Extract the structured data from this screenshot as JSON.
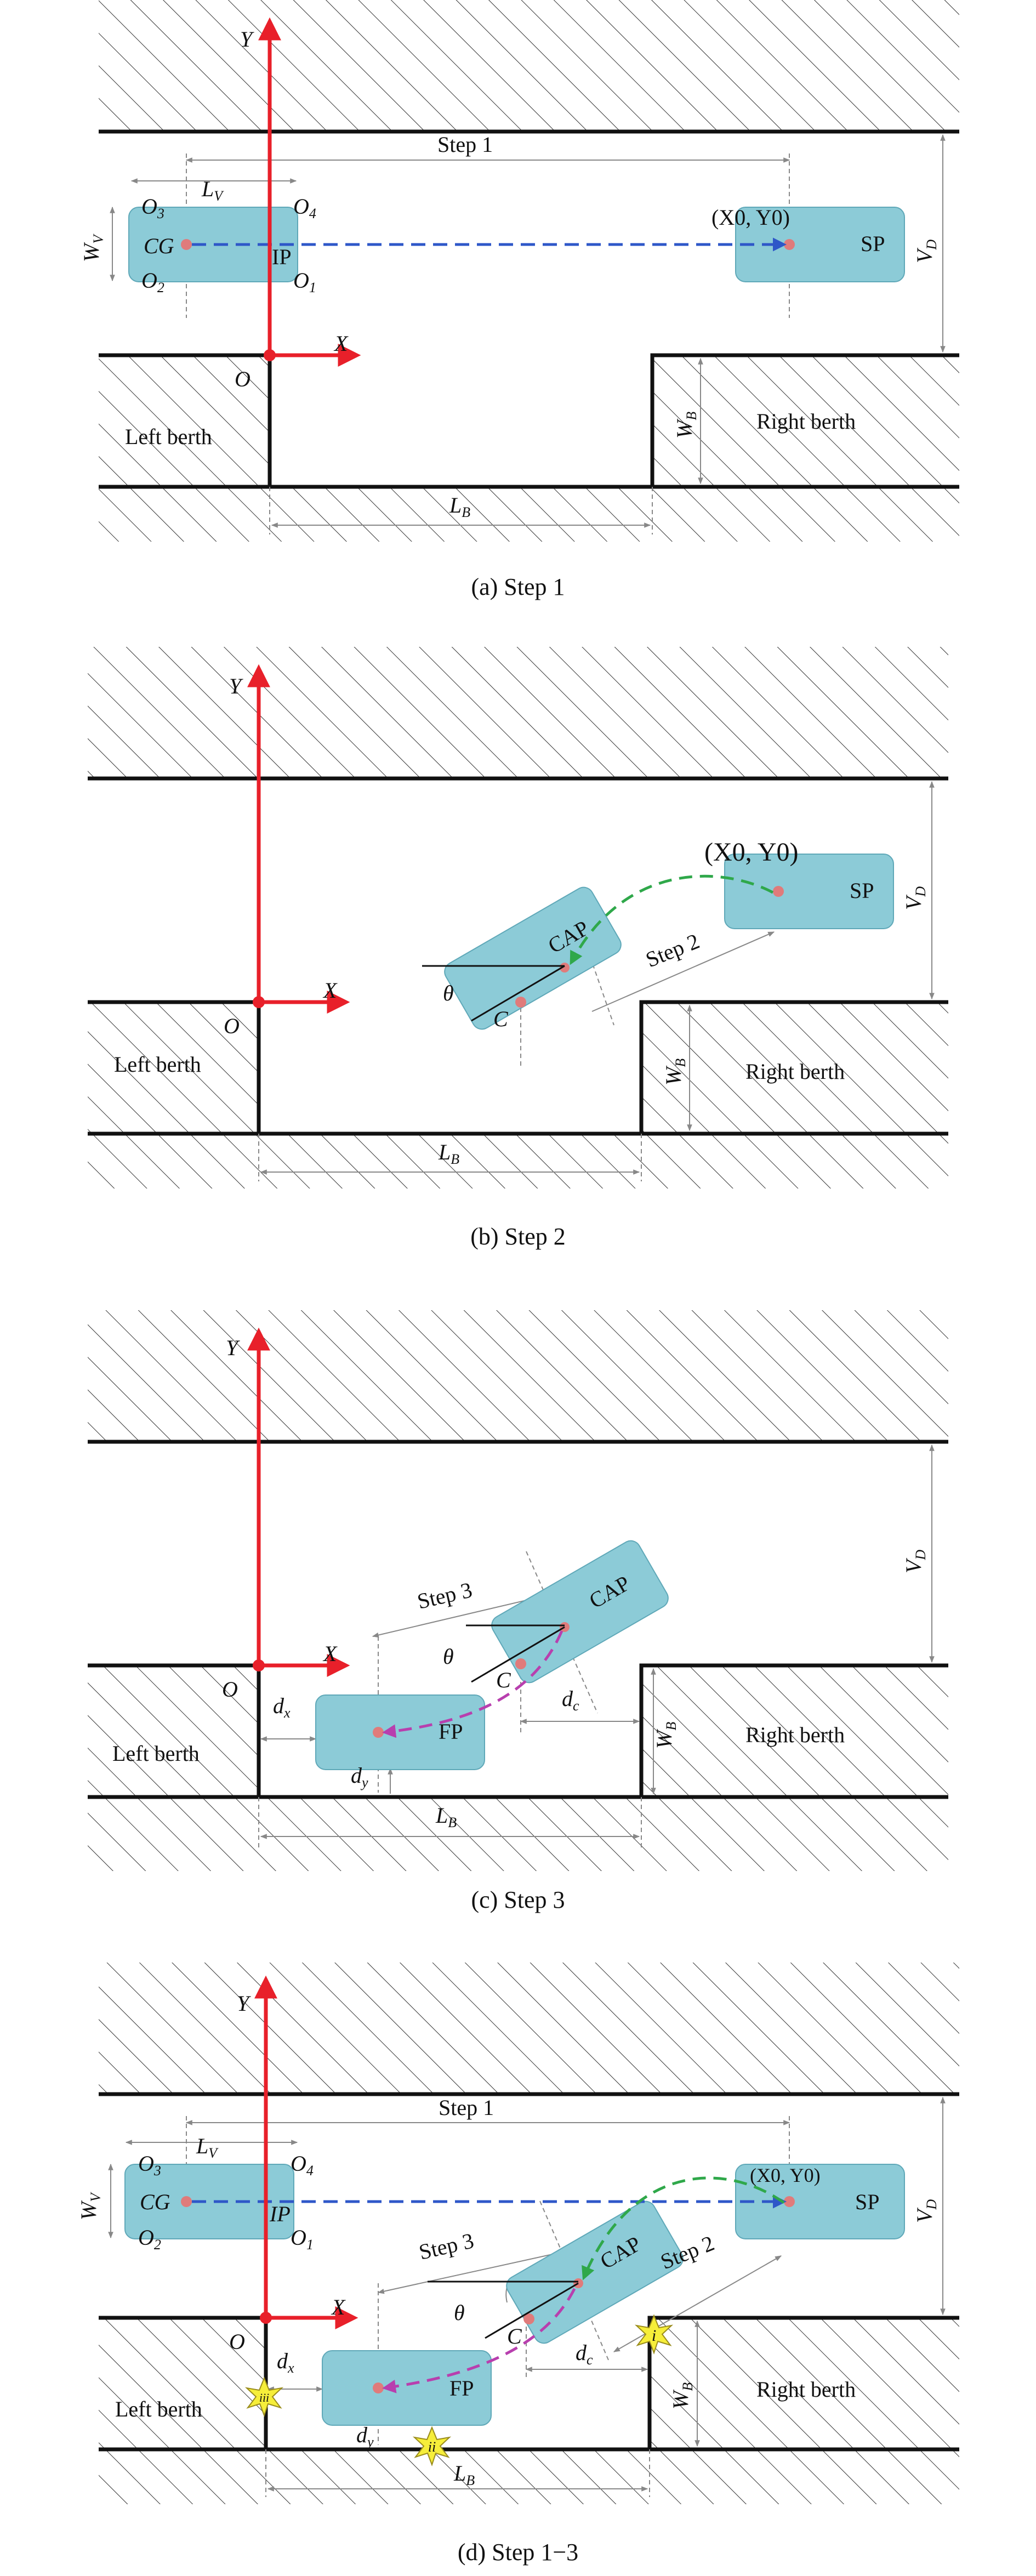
{
  "colors": {
    "axis": "#e8202a",
    "vehicle_fill": "#8ccbd7",
    "vehicle_stroke": "#5fa8b8",
    "step1_path": "#2e57c8",
    "step2_path": "#2fa84a",
    "step3_path": "#b83fae",
    "point": "#e07b7b",
    "wall": "#111111",
    "dim": "#888888",
    "star": "#f6ee3a"
  },
  "common": {
    "axis_y": "Y",
    "axis_x": "X",
    "origin": "O",
    "left_berth": "Left berth",
    "right_berth": "Right berth",
    "lb": "L",
    "lb_sub": "B",
    "wb": "W",
    "wb_sub": "B",
    "vd": "V",
    "vd_sub": "D",
    "lv": "L",
    "lv_sub": "V",
    "wv": "W",
    "wv_sub": "V",
    "cg": "CG",
    "ip": "IP",
    "o1": "O",
    "o1_sub": "1",
    "o2": "O",
    "o2_sub": "2",
    "o3": "O",
    "o3_sub": "3",
    "o4": "O",
    "o4_sub": "4",
    "x0y0": "(X0, Y0)",
    "sp": "SP",
    "cap": "CAP",
    "fp": "FP",
    "theta": "θ",
    "c": "C",
    "dx": "d",
    "dx_sub": "x",
    "dy": "d",
    "dy_sub": "y",
    "dc": "d",
    "dc_sub": "c",
    "step1": "Step 1",
    "step2": "Step 2",
    "step3": "Step 3",
    "mark_i": "i",
    "mark_ii": "ii",
    "mark_iii": "iii"
  },
  "captions": {
    "a": "(a) Step 1",
    "b": "(b) Step 2",
    "c": "(c) Step 3",
    "d": "(d) Step 1−3"
  }
}
